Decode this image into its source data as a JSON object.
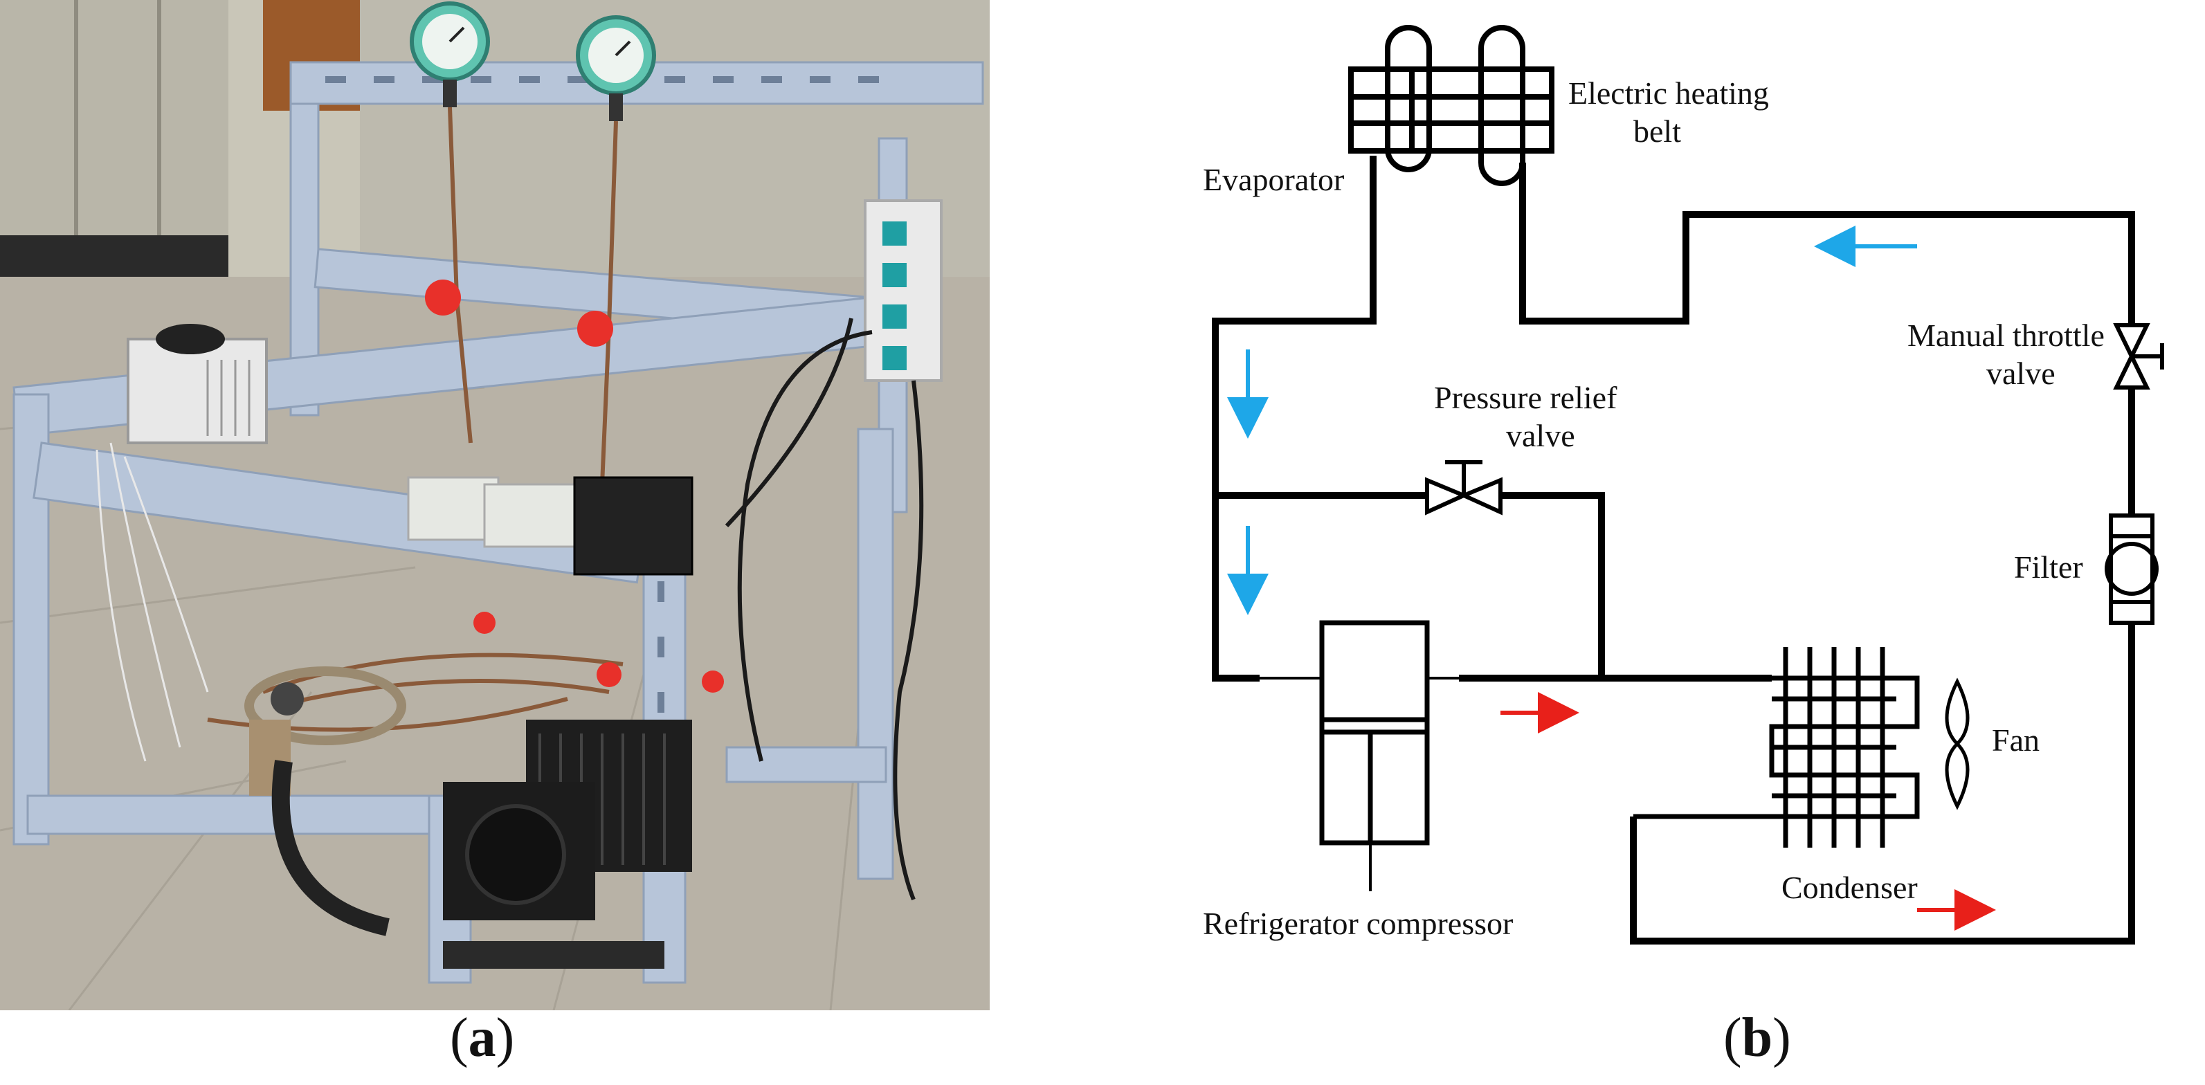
{
  "panels": {
    "a": {
      "caption_open": "(",
      "caption_letter": "a",
      "caption_close": ")"
    },
    "b": {
      "caption_open": "(",
      "caption_letter": "b",
      "caption_close": ")"
    }
  },
  "diagram": {
    "labels": {
      "evaporator": "Evaporator",
      "heating_belt_line1": "Electric heating",
      "heating_belt_line2": "belt",
      "throttle_line1": "Manual throttle",
      "throttle_line2": "valve",
      "relief_line1": "Pressure relief",
      "relief_line2": "valve",
      "filter": "Filter",
      "fan": "Fan",
      "condenser": "Condenser",
      "compressor": "Refrigerator compressor"
    },
    "colors": {
      "pipe": "#000000",
      "cold_flow_arrow": "#1ea7e8",
      "hot_flow_arrow": "#e8201a"
    }
  },
  "photo": {
    "colors": {
      "wall": "#c9c6b8",
      "floor": "#b8b2a6",
      "frame": "#b7c5d9",
      "gauge_face": "#5fc4b0",
      "valve": "#e8302a",
      "compressor": "#1c1c1c"
    }
  }
}
